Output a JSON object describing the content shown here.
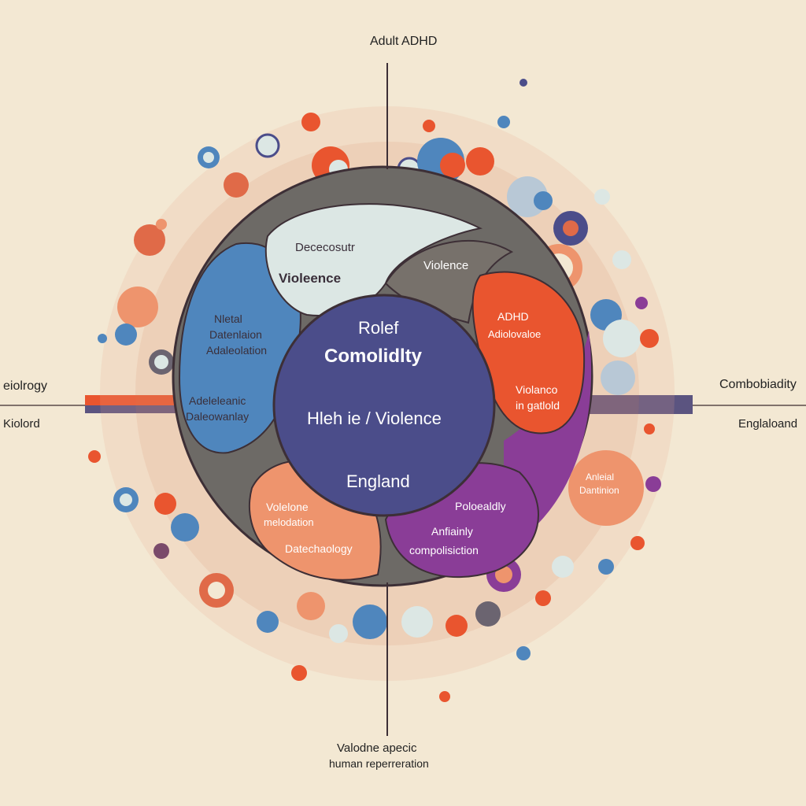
{
  "diagram": {
    "top_label": "Adult ADHD",
    "bottom_label_line1": "Valodne apecic",
    "bottom_label_line2": "human reperreration",
    "left_label_top": "eiolrogy",
    "left_label_bottom": "Kiolord",
    "right_label_top": "Combobiadity",
    "right_label_bottom": "Englaloand",
    "center": {
      "line1": "Rolef",
      "line2": "Comolidlty",
      "line3": "Hleh ie / Violence",
      "line4": "England"
    },
    "segments": {
      "top_light": {
        "line1": "Dececosutr",
        "line2": "Violeence"
      },
      "top_gray": {
        "line1": "Violence"
      },
      "left_blue": {
        "line1": "Nletal",
        "line2": "Datenlaion",
        "line3": "Adaleolation",
        "line4": "Adeleleanic",
        "line5": "Daleowanlay"
      },
      "right_red": {
        "line1": "ADHD",
        "line2": "Adiolovaloe",
        "line3": "Violanco",
        "line4": "in gatlold"
      },
      "bottom_salmon": {
        "line1": "Volelone",
        "line2": "melodation",
        "line3": "Datechaology"
      },
      "bottom_purple": {
        "line1": "Poloealdly",
        "line2": "Anfiainly",
        "line3": "compolisiction"
      },
      "right_side_bubble": {
        "line1": "Anleial",
        "line2": "Dantinion"
      }
    },
    "colors": {
      "background": "#f3e8d3",
      "blue": "#4f86bd",
      "navy": "#4b4d8a",
      "red": "#e9552f",
      "purple": "#8a3d97",
      "salmon": "#ee946d",
      "gray": "#6d6a66",
      "light": "#dce7e4"
    }
  }
}
